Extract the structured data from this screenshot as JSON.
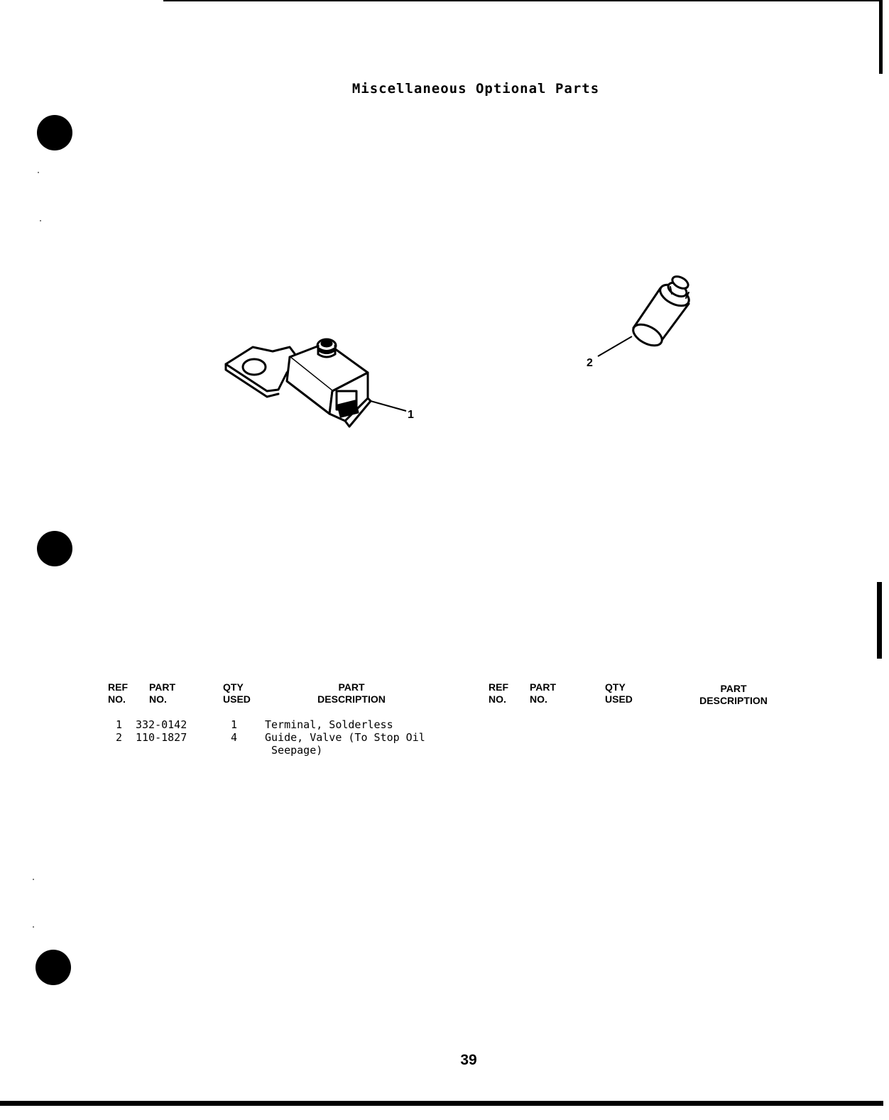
{
  "title": "Miscellaneous Optional Parts",
  "callouts": [
    "1",
    "2"
  ],
  "table_headers": {
    "ref_no": "REF\nNO.",
    "part_no": "PART\nNO.",
    "qty_used": "QTY\nUSED",
    "part_description": "PART\nDESCRIPTION"
  },
  "parts": [
    {
      "ref": "1",
      "part_no": "332-0142",
      "qty": "1",
      "description": "Terminal, Solderless"
    },
    {
      "ref": "2",
      "part_no": "110-1827",
      "qty": "4",
      "description": "Guide, Valve (To Stop Oil\n Seepage)"
    }
  ],
  "page_number": "39"
}
